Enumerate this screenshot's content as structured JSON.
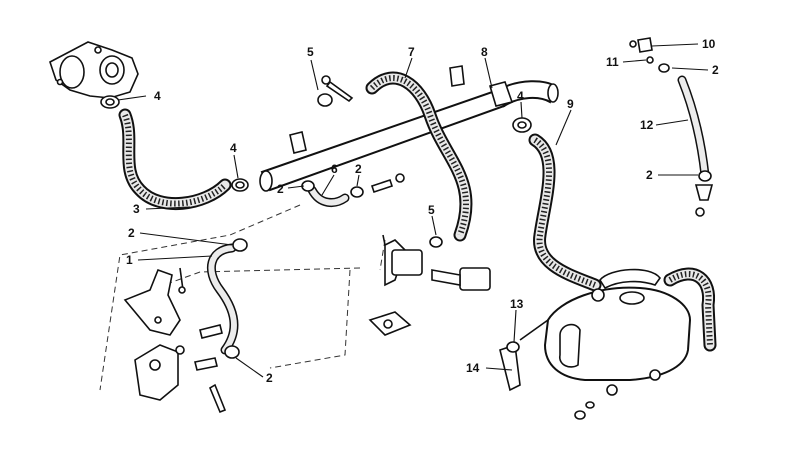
{
  "callouts": [
    {
      "id": "label-1",
      "text": "1"
    },
    {
      "id": "label-2a",
      "text": "2"
    },
    {
      "id": "label-2b",
      "text": "2"
    },
    {
      "id": "label-2c",
      "text": "2"
    },
    {
      "id": "label-2d",
      "text": "2"
    },
    {
      "id": "label-2e",
      "text": "2"
    },
    {
      "id": "label-2f",
      "text": "2"
    },
    {
      "id": "label-3",
      "text": "3"
    },
    {
      "id": "label-4a",
      "text": "4"
    },
    {
      "id": "label-4b",
      "text": "4"
    },
    {
      "id": "label-4c",
      "text": "4"
    },
    {
      "id": "label-5a",
      "text": "5"
    },
    {
      "id": "label-5b",
      "text": "5"
    },
    {
      "id": "label-6",
      "text": "6"
    },
    {
      "id": "label-7",
      "text": "7"
    },
    {
      "id": "label-8",
      "text": "8"
    },
    {
      "id": "label-9",
      "text": "9"
    },
    {
      "id": "label-10",
      "text": "10"
    },
    {
      "id": "label-11",
      "text": "11"
    },
    {
      "id": "label-12",
      "text": "12"
    },
    {
      "id": "label-13",
      "text": "13"
    },
    {
      "id": "label-14",
      "text": "14"
    }
  ]
}
